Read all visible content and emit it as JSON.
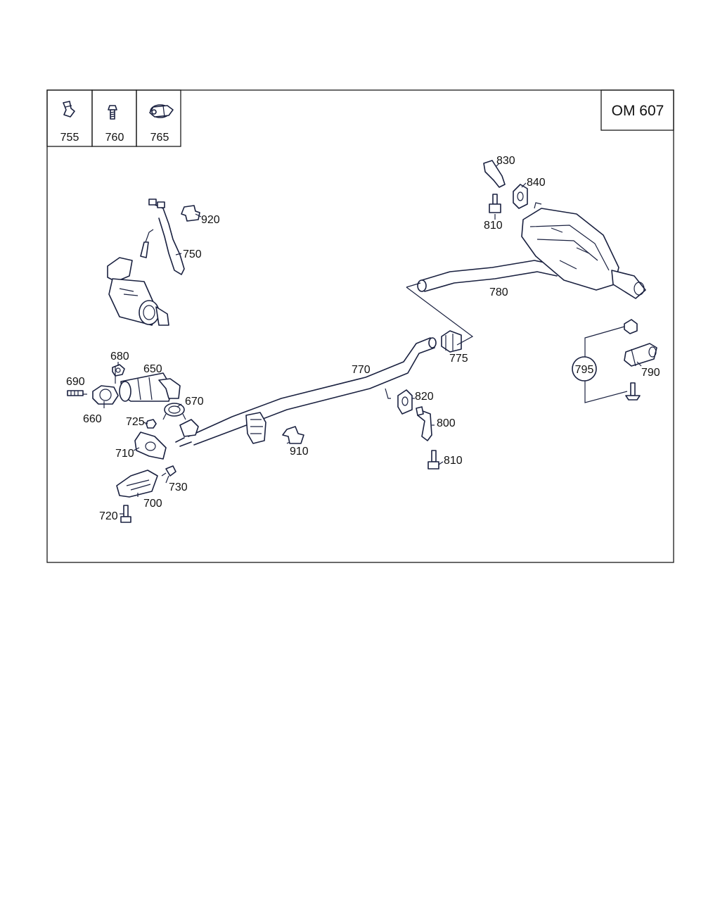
{
  "header": {
    "badge": "OM 607",
    "legend": [
      {
        "number": "755",
        "icon": "clip-icon"
      },
      {
        "number": "760",
        "icon": "bolt-icon"
      },
      {
        "number": "765",
        "icon": "clamp-icon"
      }
    ]
  },
  "callouts": {
    "c920": "920",
    "c750": "750",
    "c830": "830",
    "c840": "840",
    "c810a": "810",
    "c780": "780",
    "c775": "775",
    "c770": "770",
    "c680": "680",
    "c650": "650",
    "c690": "690",
    "c660": "660",
    "c670": "670",
    "c725": "725",
    "c710": "710",
    "c730": "730",
    "c700": "700",
    "c720": "720",
    "c910": "910",
    "c820": "820",
    "c800": "800",
    "c810b": "810",
    "c795": "795",
    "c790": "790"
  },
  "colors": {
    "line": "#1a2140",
    "frame": "#1a1a1a"
  }
}
